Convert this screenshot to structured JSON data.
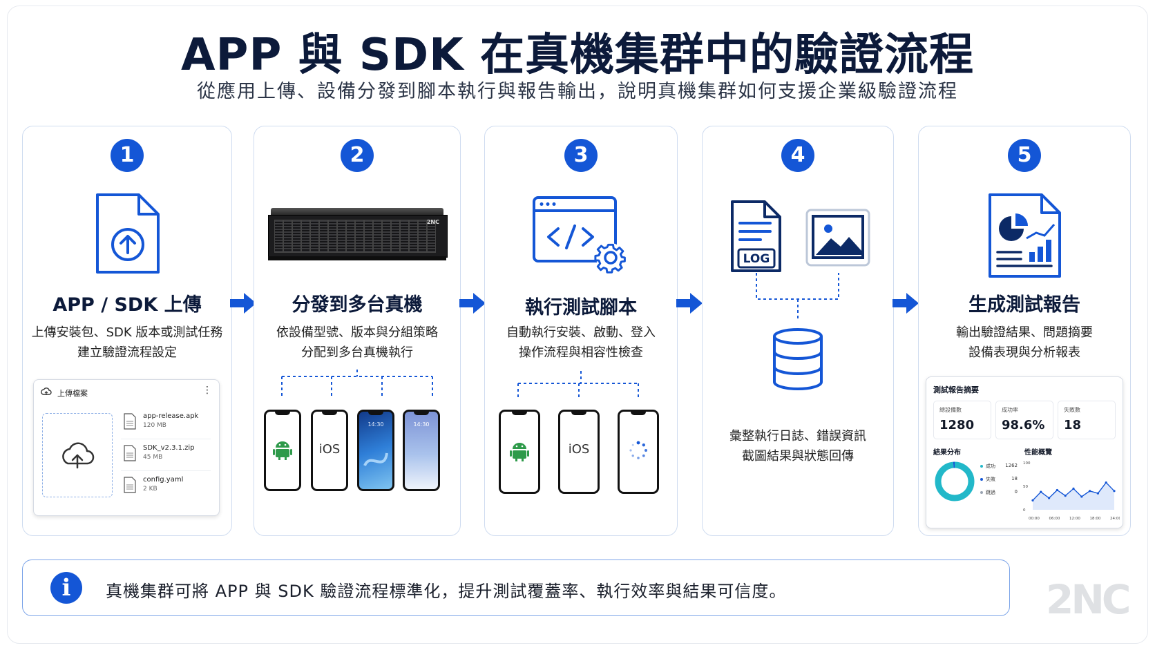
{
  "title": "APP 與 SDK 在真機集群中的驗證流程",
  "subtitle": "從應用上傳、設備分發到腳本執行與報告輸出，說明真機集群如何支援企業級驗證流程",
  "steps": [
    {
      "num": "1",
      "title": "APP / SDK 上傳",
      "desc1": "上傳安裝包、SDK 版本或測試任務",
      "desc2": "建立驗證流程設定"
    },
    {
      "num": "2",
      "title": "分發到多台真機",
      "desc1": "依設備型號、版本與分組策略",
      "desc2": "分配到多台真機執行"
    },
    {
      "num": "3",
      "title": "執行測試腳本",
      "desc1": "自動執行安裝、啟動、登入",
      "desc2": "操作流程與相容性檢查"
    },
    {
      "num": "4",
      "title": "",
      "desc1": "彙整執行日誌、錯誤資訊",
      "desc2": "截圖結果與狀態回傳"
    },
    {
      "num": "5",
      "title": "生成測試報告",
      "desc1": "輸出驗證結果、問題摘要",
      "desc2": "設備表現與分析報表"
    }
  ],
  "upload_panel": {
    "header": "上傳檔案",
    "files": [
      {
        "name": "app-release.apk",
        "size": "120 MB"
      },
      {
        "name": "SDK_v2.3.1.zip",
        "size": "45 MB"
      },
      {
        "name": "config.yaml",
        "size": "2 KB"
      }
    ]
  },
  "server_brand": "2NC",
  "phones_step2": [
    "",
    "iOS",
    "14:30",
    "14:30"
  ],
  "phones_step3": [
    "",
    "iOS",
    ""
  ],
  "log_label": "LOG",
  "report": {
    "header": "測試報告摘要",
    "stats": [
      {
        "label": "總設備數",
        "value": "1280"
      },
      {
        "label": "成功率",
        "value": "98.6%"
      },
      {
        "label": "失敗數",
        "value": "18"
      }
    ],
    "dist_title": "結果分布",
    "legend": [
      {
        "label": "成功",
        "value": "1262",
        "color": "#22b8c9"
      },
      {
        "label": "失敗",
        "value": "18",
        "color": "#1456d6"
      },
      {
        "label": "跳過",
        "value": "0",
        "color": "#9aa4b2"
      }
    ],
    "perf_title": "性能概覽",
    "y_ticks": [
      "100",
      "50",
      "0"
    ],
    "x_ticks": [
      "00:00",
      "06:00",
      "12:00",
      "18:00",
      "24:00"
    ],
    "perf_values": [
      20,
      38,
      25,
      42,
      30,
      45,
      28,
      40,
      35,
      58,
      40
    ]
  },
  "info": "真機集群可將 APP 與 SDK 驗證流程標準化，提升測試覆蓋率、執行效率與結果可信度。",
  "watermark": "2NC",
  "colors": {
    "accent": "#1456d6",
    "navy": "#0c1a3a",
    "teal": "#22b8c9"
  }
}
